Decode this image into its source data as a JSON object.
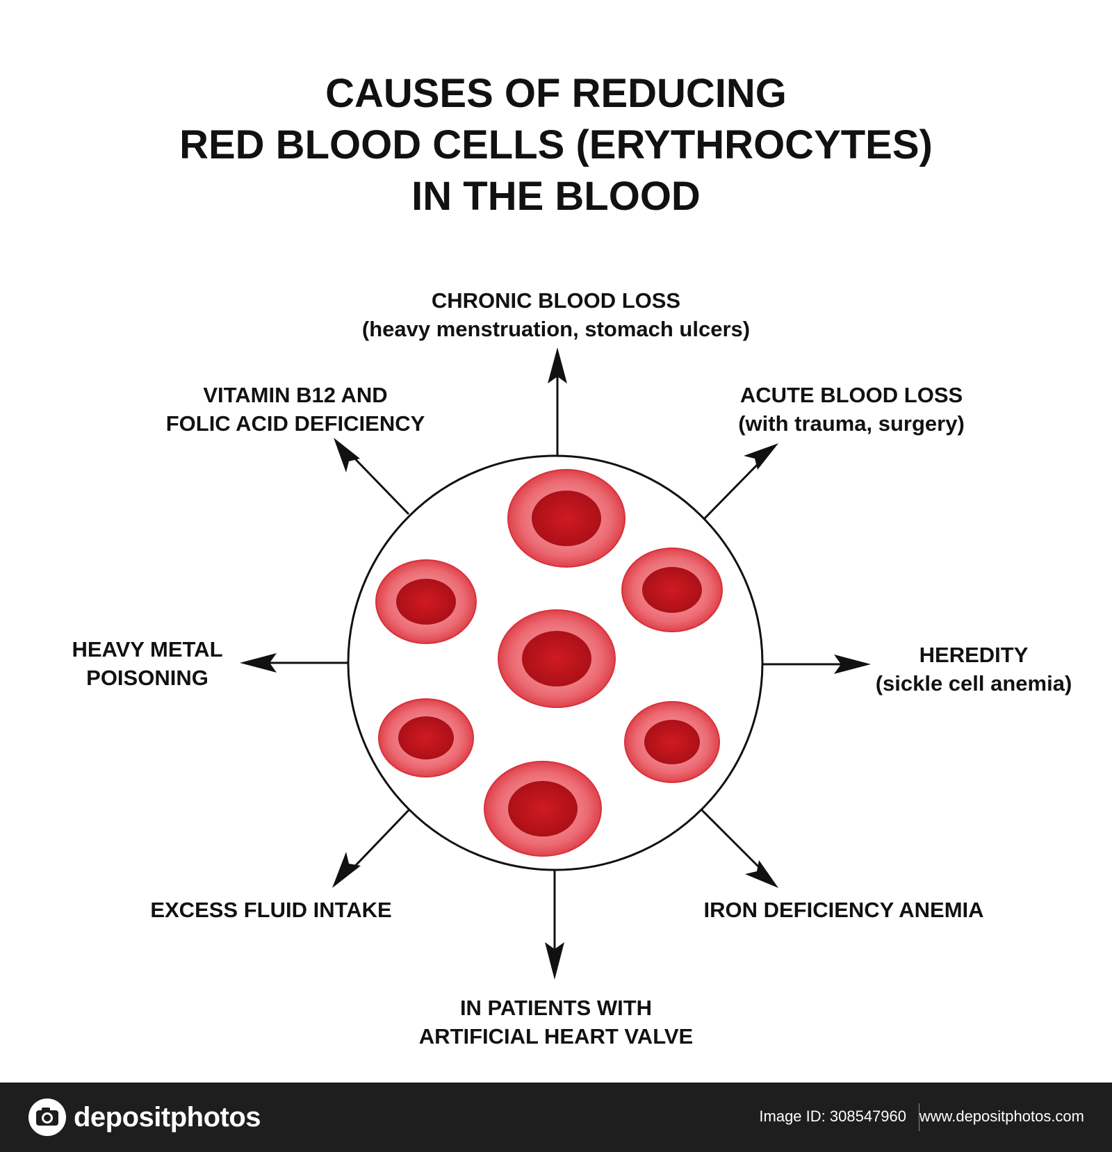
{
  "title": {
    "lines": [
      "CAUSES OF REDUCING",
      "RED BLOOD CELLS (ERYTHROCYTES)",
      "IN THE BLOOD"
    ]
  },
  "causes": {
    "top": {
      "lines": [
        "CHRONIC BLOOD LOSS",
        "(heavy menstruation, stomach ulcers)"
      ]
    },
    "top_left": {
      "lines": [
        "VITAMIN B12 AND",
        "FOLIC ACID DEFICIENCY"
      ]
    },
    "top_right": {
      "lines": [
        "ACUTE BLOOD LOSS",
        "(with trauma, surgery)"
      ]
    },
    "left": {
      "lines": [
        "HEAVY METAL",
        "POISONING"
      ]
    },
    "right": {
      "lines": [
        "HEREDITY",
        "(sickle cell anemia)"
      ]
    },
    "bottom_left": {
      "lines": [
        "EXCESS FLUID INTAKE"
      ]
    },
    "bottom_right": {
      "lines": [
        "IRON DEFICIENCY ANEMIA"
      ]
    },
    "bottom": {
      "lines": [
        "IN PATIENTS WITH",
        "ARTIFICIAL HEART VALVE"
      ]
    }
  },
  "colors": {
    "cell_outer": "#e4434b",
    "cell_rim": "#f59aa0",
    "cell_core": "#c7151d",
    "line": "#111111"
  },
  "footer": {
    "brand": "depositphotos",
    "image_id": "Image ID: 308547960",
    "url": "www.depositphotos.com",
    "logo_icon": "camera-icon"
  }
}
